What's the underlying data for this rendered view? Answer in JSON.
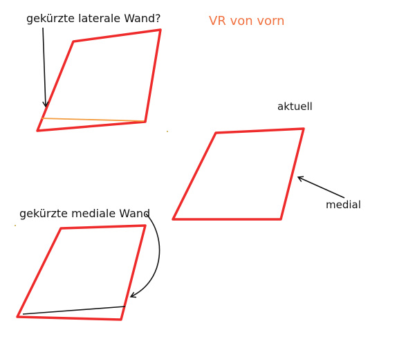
{
  "title": "VR von vorn",
  "labels": {
    "lateral": "gekürzte laterale Wand?",
    "medial_short": "gekürzte mediale Wand",
    "current": "aktuell",
    "medial": "medial"
  },
  "colors": {
    "shape": "#ee2a2a",
    "title": "#f0703f",
    "orange_line": "#f39a3c",
    "arrow": "#111111"
  }
}
